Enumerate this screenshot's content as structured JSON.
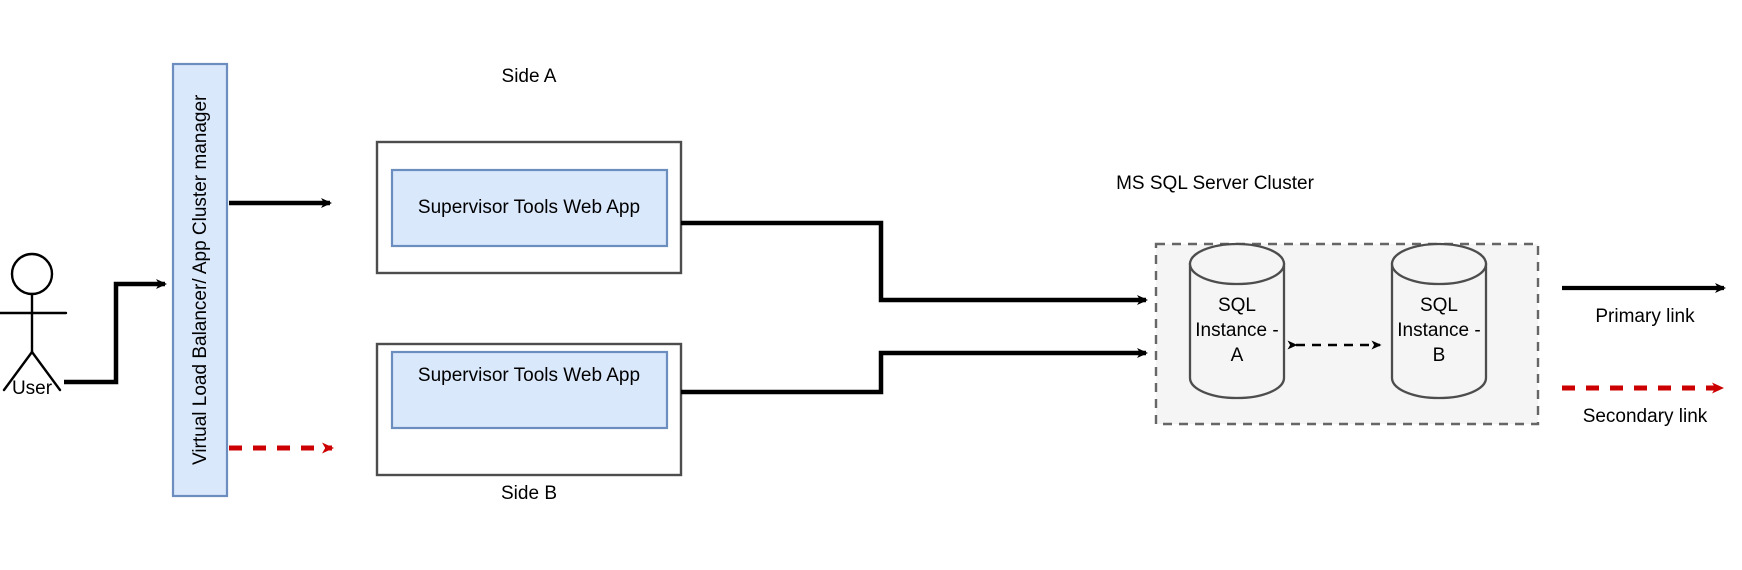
{
  "diagram": {
    "title_absent": true,
    "actor": {
      "label": "User",
      "icon": "stick-figure-icon"
    },
    "load_balancer": {
      "label": "Virtual Load Balancer/ App Cluster manager",
      "fill": "#dae8fc",
      "stroke": "#6c8ebf"
    },
    "sides": [
      {
        "caption": "Side A",
        "caption_position": "top",
        "app_label": "Supervisor Tools Web App",
        "outer_stroke": "#4d4d4d",
        "inner_fill": "#dae8fc",
        "inner_stroke": "#6c8ebf"
      },
      {
        "caption": "Side B",
        "caption_position": "bottom",
        "app_label": "Supervisor Tools Web App",
        "outer_stroke": "#4d4d4d",
        "inner_fill": "#dae8fc",
        "inner_stroke": "#6c8ebf"
      }
    ],
    "cluster": {
      "title": "MS SQL Server Cluster",
      "fill": "#f5f5f5",
      "stroke": "#666666",
      "stroke_style": "dashed",
      "instances": [
        {
          "label": "SQL\nInstance -\nA",
          "line1": "SQL",
          "line2": "Instance -",
          "line3": "A",
          "shape": "cylinder"
        },
        {
          "label": "SQL\nInstance -\nB",
          "line1": "SQL",
          "line2": "Instance -",
          "line3": "B",
          "shape": "cylinder"
        }
      ],
      "replication_link": {
        "style": "dashed",
        "direction": "bidirectional",
        "color": "#000000"
      }
    },
    "legend": [
      {
        "label": "Primary link",
        "color": "#000000",
        "style": "solid",
        "arrow": "right"
      },
      {
        "label": "Secondary link",
        "color": "#cc0000",
        "style": "dashed",
        "arrow": "right"
      }
    ],
    "colors": {
      "primary_link": "#000000",
      "secondary_link": "#cc0000",
      "box_blue_fill": "#dae8fc",
      "box_blue_stroke": "#6c8ebf",
      "outer_box_stroke": "#4d4d4d",
      "cluster_fill": "#f5f5f5",
      "cluster_stroke": "#666666",
      "cylinder_stroke": "#4d4d4d",
      "background": "#ffffff"
    }
  }
}
